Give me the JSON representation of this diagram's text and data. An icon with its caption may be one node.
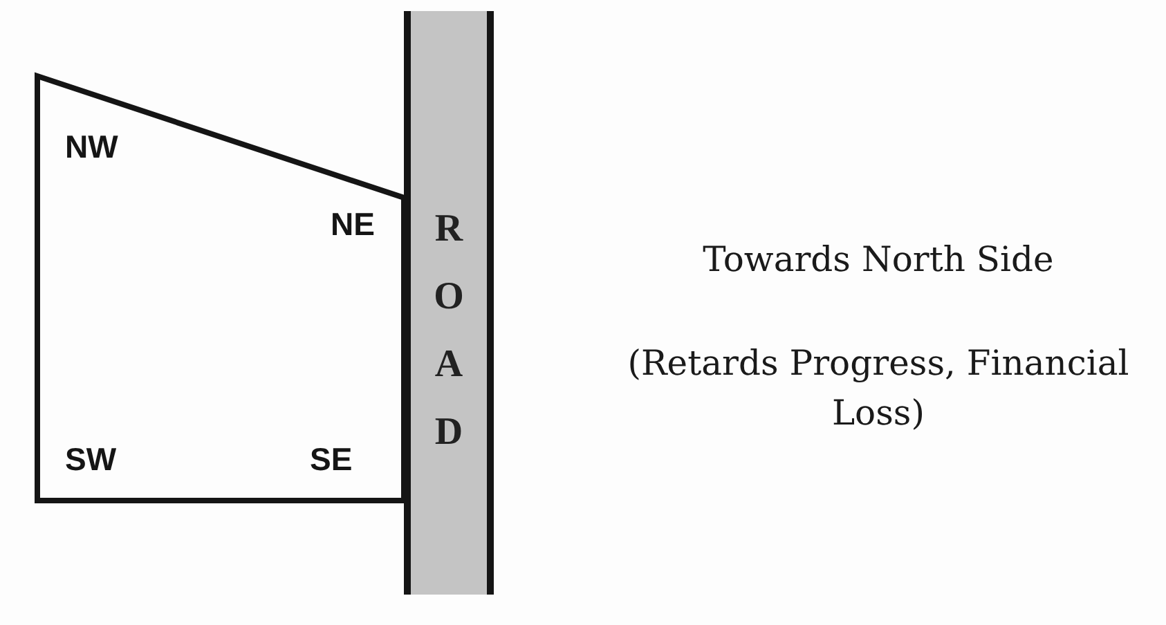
{
  "diagram": {
    "nodes": [
      {
        "text": [
          "NW",
          "NE",
          "SW",
          "SE"
        ]
      },
      {
        "text": [
          "ROAD"
        ]
      }
    ],
    "labels": [
      "Towards North Side",
      "(Retards Progress, Financial Loss)"
    ]
  }
}
